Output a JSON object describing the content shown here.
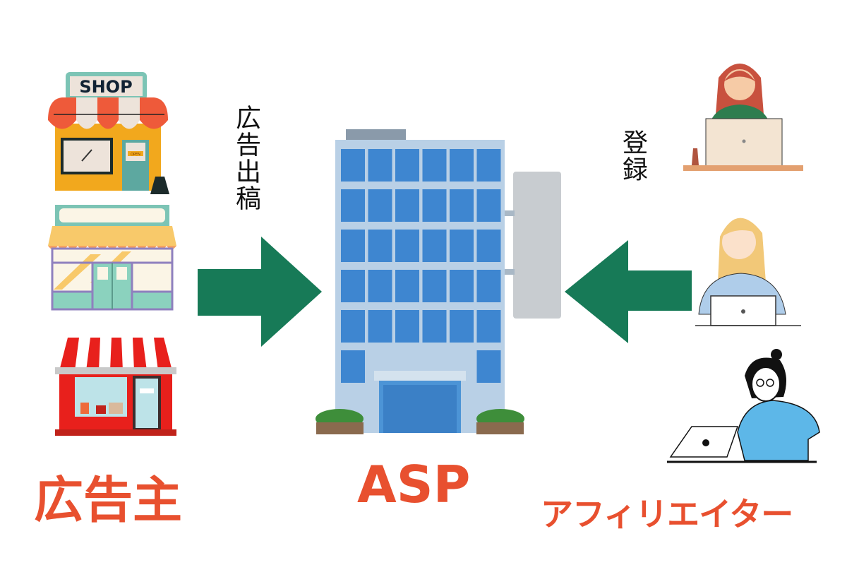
{
  "labels": {
    "advertiser": "広告主",
    "asp": "ASP",
    "affiliate": "アフィリエイター",
    "ad_placement": "広告出稿",
    "registration": "登録"
  },
  "shop_sign": "SHOP",
  "open_sign": "OPEN",
  "colors": {
    "label": "#E8502F",
    "arrow": "#177A57",
    "building": "#3E86D0"
  }
}
